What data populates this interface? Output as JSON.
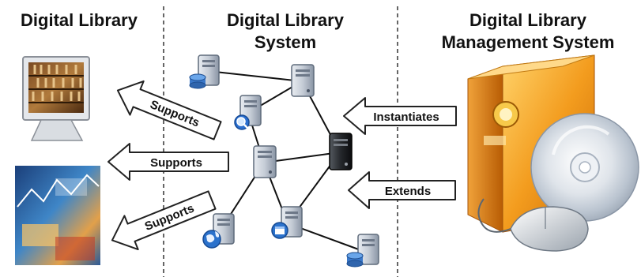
{
  "columns": {
    "left_title": "Digital Library",
    "middle_title_line1": "Digital Library",
    "middle_title_line2": "System",
    "right_title_line1": "Digital Library",
    "right_title_line2": "Management System"
  },
  "arrows": {
    "supports_top": "Supports",
    "supports_middle": "Supports",
    "supports_bottom": "Supports",
    "instantiates": "Instantiates",
    "extends": "Extends"
  },
  "icons": {
    "library_monitor": "computer-monitor-bookshelf-icon",
    "library_cover": "digital-collage-image-icon",
    "server": "server-tower-icon",
    "database_server": "server-with-database-icon",
    "search_server": "server-with-magnifier-icon",
    "web_server": "server-with-globe-icon",
    "window_server": "server-with-window-icon",
    "black_server": "black-server-icon",
    "software_box": "software-box-with-cd-and-mouse-icon"
  },
  "colors": {
    "arrow_fill": "#ffffff",
    "arrow_stroke": "#222222",
    "network_line": "#111111",
    "box_orange": "#f39c1e",
    "server_gray": "#c7cdd6"
  }
}
